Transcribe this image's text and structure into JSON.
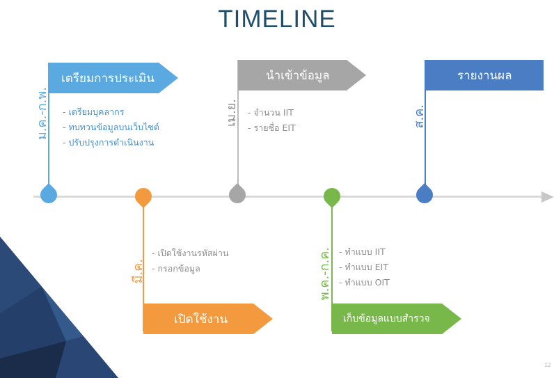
{
  "title": "TIMELINE",
  "page_number": "12",
  "colors": {
    "blue_light": "#5aa9e0",
    "gray": "#a6a6a6",
    "blue_dark": "#4a7dc4",
    "orange": "#f39a3f",
    "green": "#78b84a",
    "axis": "#d9d9d9",
    "title": "#1f4e6b",
    "text_gray": "#8c8c8c"
  },
  "milestones": [
    {
      "period": "ม.ค.-ก.พ.",
      "banner": "เตรียมการประเมิน",
      "bullets": [
        "- เตรียมบุคลากร",
        "- ทบทวนข้อมูลบนเว็บไซต์",
        "- ปรับปรุงการดำเนินงาน"
      ]
    },
    {
      "period": "มี.ค.",
      "banner": "เปิดใช้งาน",
      "bullets": [
        "- เปิดใช้งานรหัสผ่าน",
        "- กรอกข้อมูล"
      ]
    },
    {
      "period": "เม.ย.",
      "banner": "นำเข้าข้อมูล",
      "bullets": [
        "- จำนวน IIT",
        "- รายชื่อ EIT"
      ]
    },
    {
      "period": "พ.ค.-ก.ค.",
      "banner": "เก็บข้อมูลแบบสำรวจ",
      "bullets": [
        "- ทำแบบ IIT",
        "- ทำแบบ EIT",
        "- ทำแบบ OIT"
      ]
    },
    {
      "period": "ส.ค.",
      "banner": "รายงานผล",
      "bullets": []
    }
  ]
}
